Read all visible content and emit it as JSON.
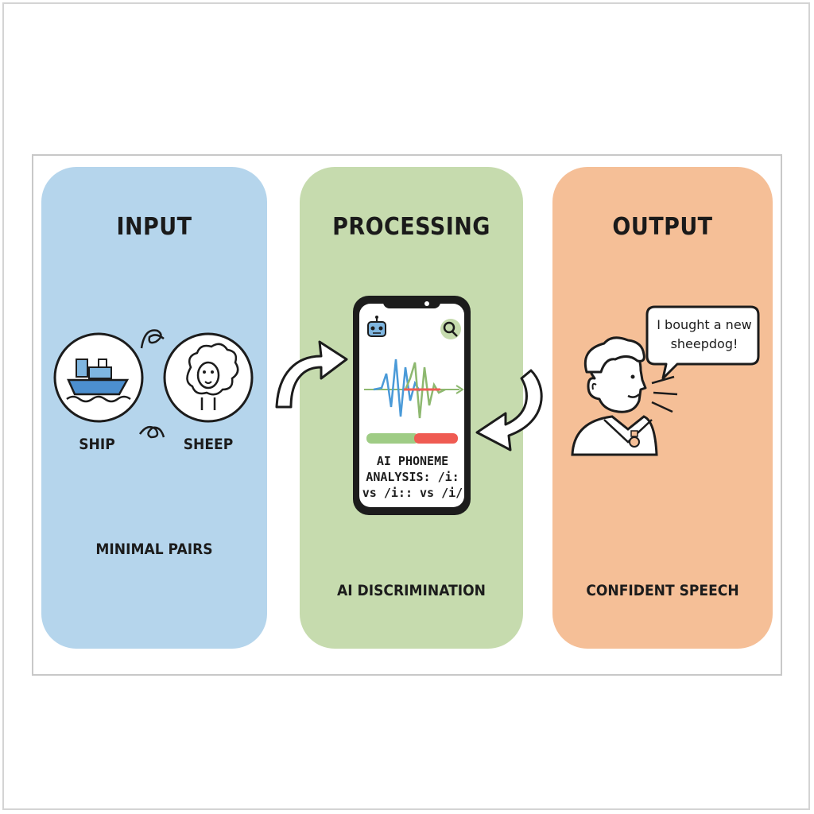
{
  "panels": {
    "input": {
      "title": "INPUT",
      "caption": "MINIMAL PAIRS",
      "color": "#b5d5ec",
      "icons": [
        {
          "icon": "ship-icon",
          "label": "SHIP"
        },
        {
          "icon": "sheep-icon",
          "label": "SHEEP"
        }
      ]
    },
    "processing": {
      "title": "PROCESSING",
      "caption": "AI DISCRIMINATION",
      "color": "#c6dbae",
      "phone_text": "AI PHONEME ANALYSIS: /i: vs /i:: vs /i/",
      "score_bar": {
        "good_fraction": 0.52,
        "good_color": "#9fcc85",
        "bad_color": "#ef5b52"
      }
    },
    "output": {
      "title": "OUTPUT",
      "caption": "CONFIDENT SPEECH",
      "color": "#f5bf97",
      "speech_bubble": "I bought a new sheepdog!"
    }
  }
}
